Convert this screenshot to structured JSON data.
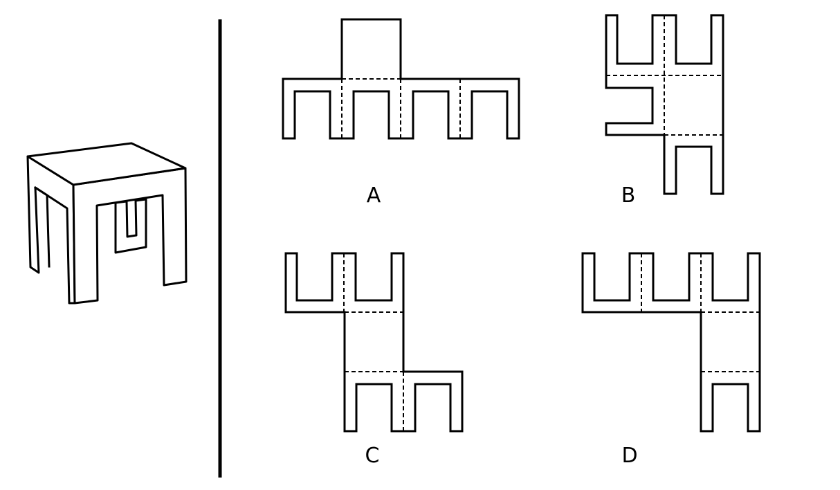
{
  "options": {
    "a": {
      "label": "A"
    },
    "b": {
      "label": "B"
    },
    "c": {
      "label": "C"
    },
    "d": {
      "label": "D"
    }
  }
}
